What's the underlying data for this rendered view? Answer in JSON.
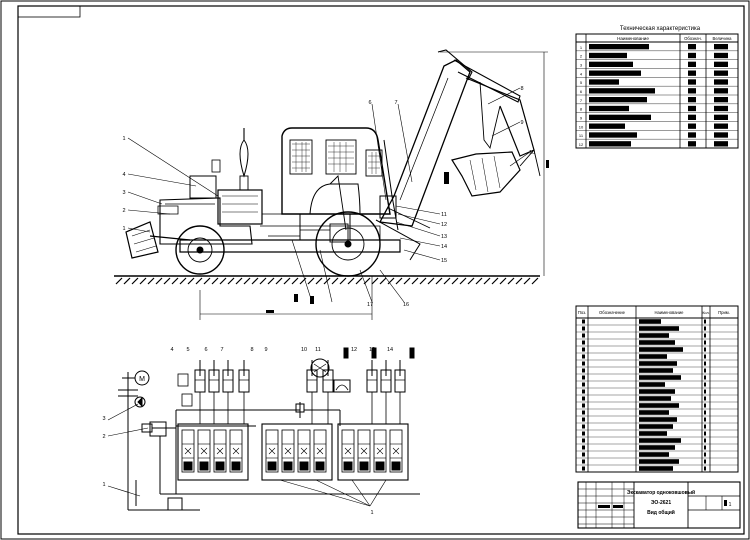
{
  "specs_table": {
    "title": "Техническая характеристика",
    "col_name": "Наименование",
    "col_unit": "Обознач.",
    "col_value": "Величина",
    "row_numbers": [
      "1",
      "2",
      "3",
      "4",
      "5",
      "6",
      "7",
      "8",
      "9",
      "10",
      "11",
      "12"
    ]
  },
  "parts_table": {
    "col_pos": "Поз.",
    "col_designation": "Обозначение",
    "col_name": "Наименование",
    "col_qty": "Кол.",
    "col_note": "Прим."
  },
  "title_block": {
    "line1": "Экскаватор одноковшовый",
    "line2": "ЭО-2621",
    "line3": "Вид общий",
    "sheet": "1"
  },
  "callouts_machine": [
    "1",
    "4",
    "3",
    "2",
    "1",
    "6",
    "7",
    "8",
    "9",
    "10",
    "11",
    "12",
    "13",
    "14",
    "15",
    "16",
    "17"
  ],
  "callouts_schematic": [
    "4",
    "5",
    "6",
    "7",
    "8",
    "9",
    "10",
    "11",
    "12",
    "13",
    "14",
    "3",
    "2",
    "1",
    "1"
  ]
}
